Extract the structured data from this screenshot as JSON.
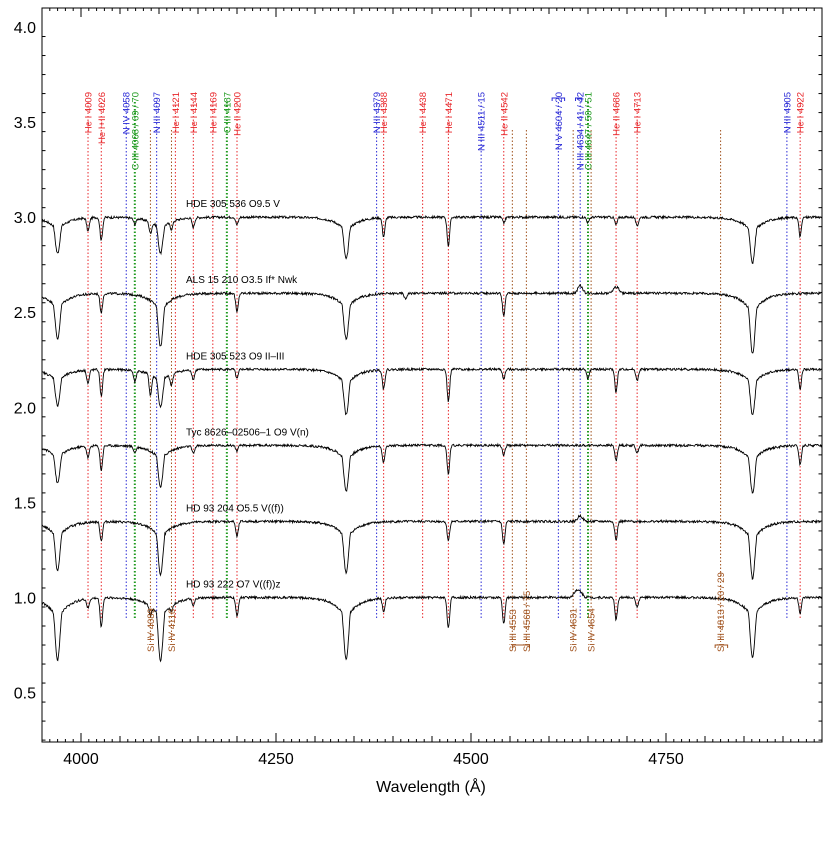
{
  "chart_data": {
    "type": "line",
    "xlabel": "Wavelength (Å)",
    "ylabel": "",
    "xlim": [
      3950,
      4950
    ],
    "ylim": [
      0.24,
      4.1
    ],
    "x_ticks": [
      4000,
      4250,
      4500,
      4750
    ],
    "y_ticks": [
      0.5,
      1.0,
      1.5,
      2.0,
      2.5,
      3.0,
      3.5,
      4.0
    ],
    "y_tick_labels": [
      "0.5",
      "1.0",
      "1.5",
      "2.0",
      "2.5",
      "3.0",
      "3.5",
      "4.0"
    ],
    "colors": {
      "He": "#e8262a",
      "N": "#2a2ad6",
      "C": "#1f9a1f",
      "Si": "#a0521d",
      "spectrum": "#000000"
    },
    "series": [
      {
        "name": "HDE 305 536   O9.5 V",
        "offset": 3.0,
        "lines": [
          [
            3970,
            0.19
          ],
          [
            4009,
            0.07
          ],
          [
            4026,
            0.12
          ],
          [
            4069,
            0.03
          ],
          [
            4089,
            0.06
          ],
          [
            4102,
            0.19
          ],
          [
            4116,
            0.04
          ],
          [
            4144,
            0.05
          ],
          [
            4200,
            0.04
          ],
          [
            4340,
            0.22
          ],
          [
            4388,
            0.1
          ],
          [
            4471,
            0.15
          ],
          [
            4542,
            0.03
          ],
          [
            4650,
            0.03
          ],
          [
            4686,
            0.04
          ],
          [
            4713,
            0.05
          ],
          [
            4861,
            0.24
          ],
          [
            4922,
            0.1
          ]
        ],
        "emission": []
      },
      {
        "name": "ALS 15 210   O3.5 If* Nwk",
        "offset": 2.6,
        "lines": [
          [
            3970,
            0.24
          ],
          [
            4026,
            0.1
          ],
          [
            4102,
            0.28
          ],
          [
            4200,
            0.1
          ],
          [
            4340,
            0.24
          ],
          [
            4416,
            0.03
          ],
          [
            4542,
            0.12
          ],
          [
            4686,
            0.02
          ],
          [
            4861,
            0.32
          ]
        ],
        "emission": [
          [
            4640,
            0.04
          ],
          [
            4686,
            0.05
          ]
        ]
      },
      {
        "name": "HDE 305 523   O9 II–III",
        "offset": 2.2,
        "lines": [
          [
            3970,
            0.19
          ],
          [
            4009,
            0.07
          ],
          [
            4026,
            0.14
          ],
          [
            4069,
            0.06
          ],
          [
            4089,
            0.11
          ],
          [
            4102,
            0.2
          ],
          [
            4116,
            0.06
          ],
          [
            4144,
            0.05
          ],
          [
            4200,
            0.05
          ],
          [
            4340,
            0.24
          ],
          [
            4388,
            0.1
          ],
          [
            4471,
            0.17
          ],
          [
            4542,
            0.05
          ],
          [
            4650,
            0.05
          ],
          [
            4686,
            0.12
          ],
          [
            4713,
            0.06
          ],
          [
            4861,
            0.24
          ],
          [
            4922,
            0.1
          ]
        ],
        "emission": []
      },
      {
        "name": "Tyc 8626–02506–1   O9 V(n)",
        "offset": 1.8,
        "lines": [
          [
            3970,
            0.2
          ],
          [
            4009,
            0.06
          ],
          [
            4026,
            0.13
          ],
          [
            4069,
            0.03
          ],
          [
            4102,
            0.22
          ],
          [
            4144,
            0.04
          ],
          [
            4200,
            0.03
          ],
          [
            4340,
            0.24
          ],
          [
            4388,
            0.09
          ],
          [
            4471,
            0.15
          ],
          [
            4542,
            0.05
          ],
          [
            4686,
            0.08
          ],
          [
            4713,
            0.04
          ],
          [
            4861,
            0.25
          ],
          [
            4922,
            0.1
          ]
        ],
        "emission": []
      },
      {
        "name": "HD 93 204   O5.5 V((f))",
        "offset": 1.4,
        "lines": [
          [
            3970,
            0.26
          ],
          [
            4026,
            0.1
          ],
          [
            4102,
            0.28
          ],
          [
            4200,
            0.08
          ],
          [
            4340,
            0.27
          ],
          [
            4471,
            0.1
          ],
          [
            4542,
            0.12
          ],
          [
            4686,
            0.1
          ],
          [
            4861,
            0.3
          ]
        ],
        "emission": [
          [
            4640,
            0.03
          ]
        ]
      },
      {
        "name": "HD 93 222   O7 V((f))z",
        "offset": 1.0,
        "lines": [
          [
            3970,
            0.33
          ],
          [
            4009,
            0.05
          ],
          [
            4026,
            0.15
          ],
          [
            4089,
            0.05
          ],
          [
            4102,
            0.33
          ],
          [
            4116,
            0.03
          ],
          [
            4144,
            0.04
          ],
          [
            4200,
            0.1
          ],
          [
            4340,
            0.33
          ],
          [
            4388,
            0.07
          ],
          [
            4471,
            0.16
          ],
          [
            4542,
            0.14
          ],
          [
            4686,
            0.12
          ],
          [
            4713,
            0.05
          ],
          [
            4861,
            0.32
          ],
          [
            4922,
            0.08
          ]
        ],
        "emission": [
          [
            4634,
            0.03
          ],
          [
            4640,
            0.03
          ]
        ]
      }
    ],
    "line_ids_top": [
      {
        "label": "He I 4009",
        "wl": 4009,
        "el": "He"
      },
      {
        "label": "He I+II 4026",
        "wl": 4026,
        "el": "He"
      },
      {
        "label": "N IV 4058",
        "wl": 4058,
        "el": "N"
      },
      {
        "label": "C III 4068 / 69 / 70",
        "wl": 4069,
        "el": "C"
      },
      {
        "label": "N III 4097",
        "wl": 4097,
        "el": "N"
      },
      {
        "label": "He I 4121",
        "wl": 4121,
        "el": "He"
      },
      {
        "label": "He I 4144",
        "wl": 4144,
        "el": "He"
      },
      {
        "label": "He I 4169",
        "wl": 4169,
        "el": "He"
      },
      {
        "label": "C III 4187",
        "wl": 4187,
        "el": "C"
      },
      {
        "label": "He II 4200",
        "wl": 4200,
        "el": "He"
      },
      {
        "label": "N III 4379",
        "wl": 4379,
        "el": "N"
      },
      {
        "label": "He I 4388",
        "wl": 4388,
        "el": "He"
      },
      {
        "label": "He I 4438",
        "wl": 4438,
        "el": "He"
      },
      {
        "label": "He I 4471",
        "wl": 4471,
        "el": "He"
      },
      {
        "label": "N III 4511 / 15",
        "wl": 4513,
        "el": "N"
      },
      {
        "label": "He II 4542",
        "wl": 4542,
        "el": "He"
      },
      {
        "label": "N V 4604 / 20",
        "wl": 4612,
        "el": "N"
      },
      {
        "label": "N III 4634 / 41 / 42",
        "wl": 4640,
        "el": "N"
      },
      {
        "label": "C III 4647 / 50 / 51",
        "wl": 4650,
        "el": "C"
      },
      {
        "label": "He II 4686",
        "wl": 4686,
        "el": "He"
      },
      {
        "label": "He I 4713",
        "wl": 4713,
        "el": "He"
      },
      {
        "label": "N III 4905",
        "wl": 4905,
        "el": "N"
      },
      {
        "label": "He I 4922",
        "wl": 4922,
        "el": "He"
      }
    ],
    "line_ids_bottom": [
      {
        "label": "Si IV 4089",
        "wl": 4089,
        "el": "Si"
      },
      {
        "label": "Si IV 4116",
        "wl": 4116,
        "el": "Si"
      },
      {
        "label": "Si III 4553",
        "wl": 4553,
        "el": "Si"
      },
      {
        "label": "Si III 4568 / 75",
        "wl": 4571,
        "el": "Si"
      },
      {
        "label": "Si IV 4631",
        "wl": 4631,
        "el": "Si"
      },
      {
        "label": "Si IV 4654",
        "wl": 4654,
        "el": "Si"
      },
      {
        "label": "Si III 4813 / 20 / 29",
        "wl": 4820,
        "el": "Si"
      }
    ]
  }
}
